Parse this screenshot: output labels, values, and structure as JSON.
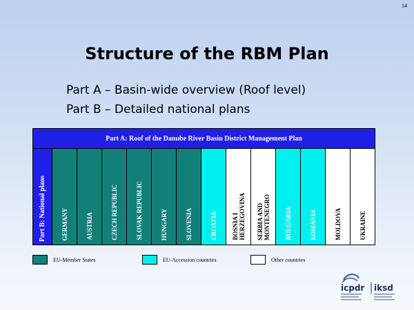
{
  "page_number": "14",
  "title": "Structure of the RBM Plan",
  "lines": {
    "part_a": "Part A – Basin-wide overview (Roof level)",
    "part_b": "Part B – Detailed national plans"
  },
  "diagram": {
    "roof_label": "Part A: Roof of the Danube River Basin District Management Plan",
    "part_b_label": "Part B: National plans",
    "countries": [
      {
        "name": "GERMANY",
        "group": "eu"
      },
      {
        "name": "AUSTRIA",
        "group": "eu"
      },
      {
        "name": "CZECH REPUBLIC",
        "group": "eu"
      },
      {
        "name": "SLOVAK REPUBLIC",
        "group": "eu"
      },
      {
        "name": "HUNGARY",
        "group": "eu"
      },
      {
        "name": "SLOVENIA",
        "group": "eu"
      },
      {
        "name": "CROATIA",
        "group": "acc"
      },
      {
        "name": "BOSNIA I\nHERZEGOVINA",
        "group": "other"
      },
      {
        "name": "SERBIA AND\nMONTENEGRO",
        "group": "other"
      },
      {
        "name": "BULGARIA",
        "group": "acc"
      },
      {
        "name": "ROMANIA",
        "group": "acc"
      },
      {
        "name": "MOLDOVA",
        "group": "other"
      },
      {
        "name": "UKRAINE",
        "group": "other"
      }
    ]
  },
  "legend": {
    "eu": "EU-Member States",
    "acc": "EU-Accession countries",
    "other": "Other countries"
  },
  "colors": {
    "roof": "#1f1fe6",
    "eu": "#128078",
    "acc": "#00f0f0",
    "other": "#ffffff"
  },
  "logo": {
    "left": "icpdr",
    "right": "iksd",
    "icon": "danube-logo-icon"
  }
}
